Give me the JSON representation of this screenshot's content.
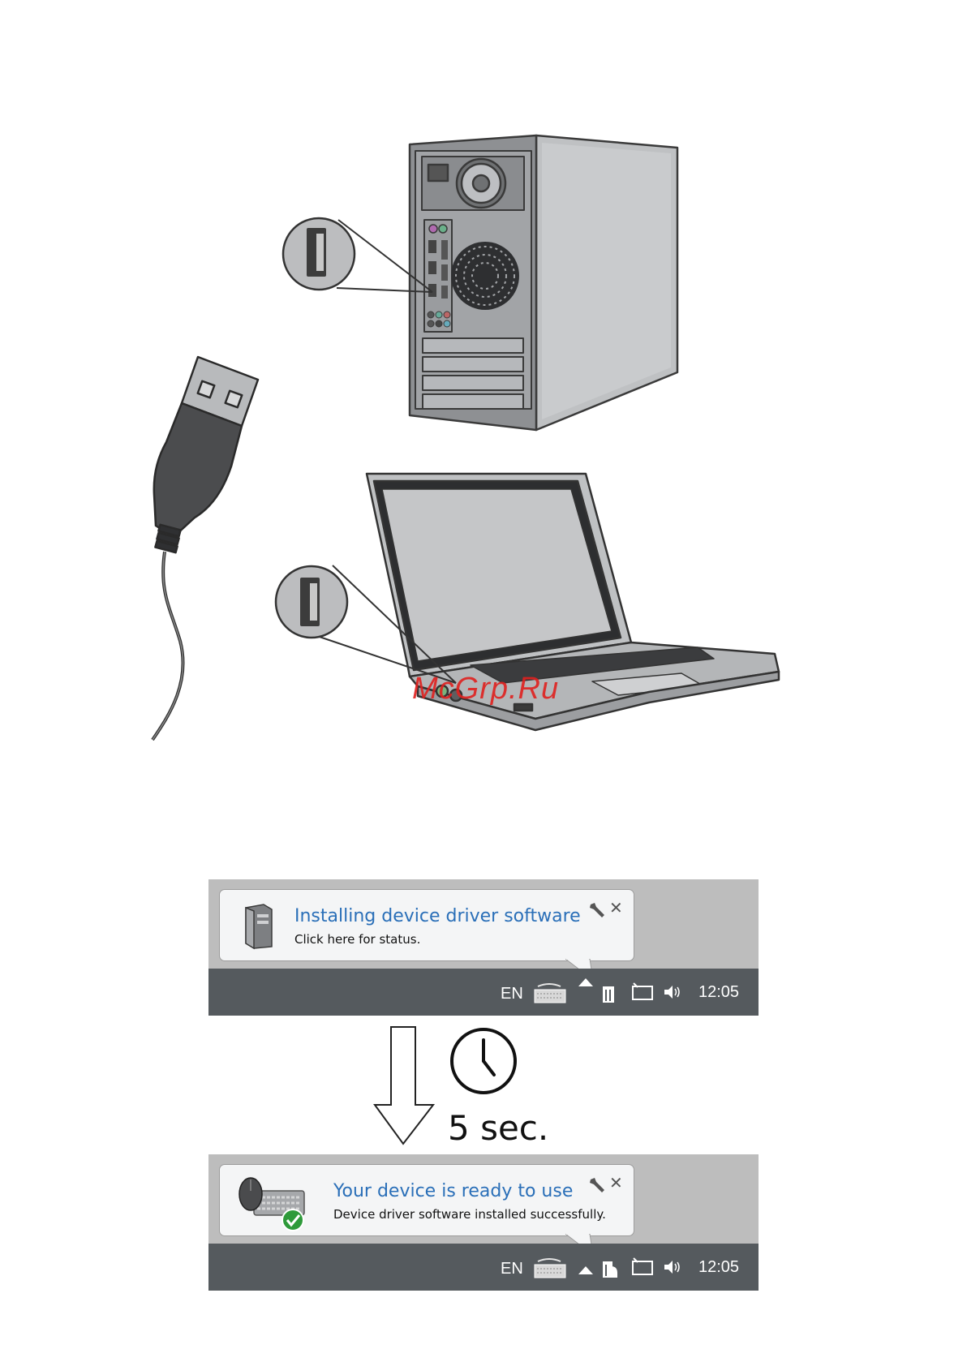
{
  "watermark": "McGrp.Ru",
  "wait_label": "5 sec.",
  "panel_before": {
    "title": "Installing device driver software",
    "subtitle": "Click here for status.",
    "lang": "EN",
    "time": "12:05"
  },
  "panel_after": {
    "title": "Your device is ready to use",
    "subtitle": "Device driver software installed successfully.",
    "lang": "EN",
    "time": "12:05"
  },
  "icons": [
    "desktop-tower-icon",
    "laptop-icon",
    "usb-plug-icon",
    "clock-icon",
    "down-arrow-icon",
    "computer-icon",
    "keyboard-mouse-icon",
    "checkmark-icon",
    "wrench-icon",
    "close-icon",
    "keyboard-icon",
    "usb-tray-icon",
    "network-icon",
    "volume-icon"
  ],
  "colors": {
    "taskbar": "#555a5e",
    "panel": "#bdbdbd",
    "title_blue": "#2a6fb8",
    "watermark": "#e0211f",
    "check_green": "#2e9a3a"
  }
}
